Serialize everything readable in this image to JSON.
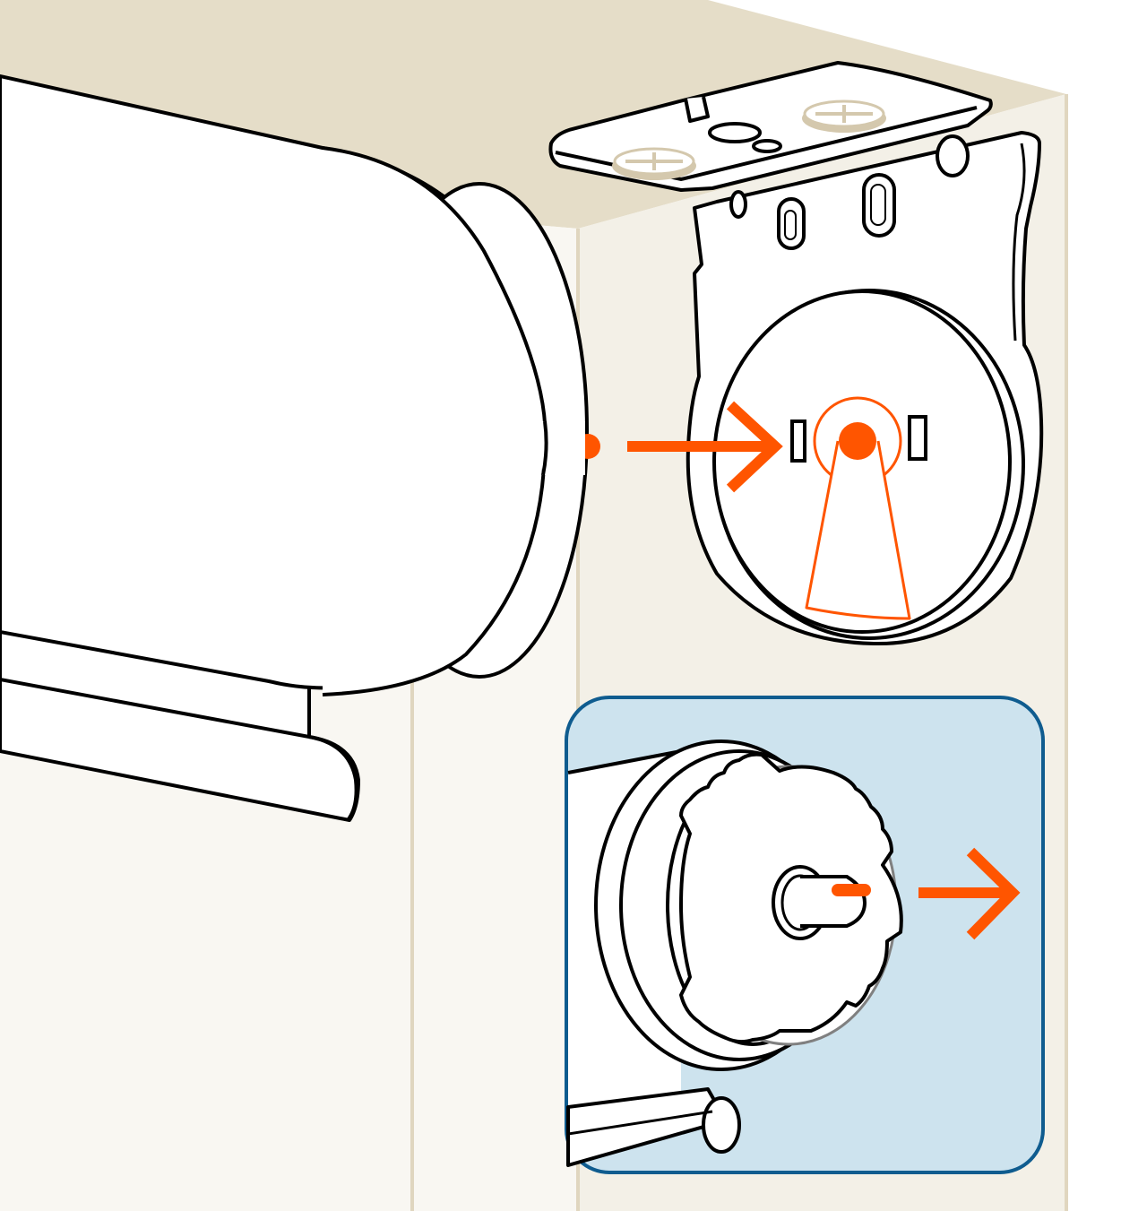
{
  "diagram": {
    "type": "installation-illustration",
    "parts": [
      {
        "name": "ceiling-surface",
        "icon": "ceiling-shape"
      },
      {
        "name": "wall-panel",
        "icon": "wall-shape"
      },
      {
        "name": "mounting-bracket",
        "icon": "bracket-shape"
      },
      {
        "name": "bracket-screw-left",
        "icon": "phillips-screw-icon"
      },
      {
        "name": "bracket-screw-right",
        "icon": "phillips-screw-icon"
      },
      {
        "name": "roller-tube",
        "icon": "roller-shape"
      },
      {
        "name": "bottom-rail",
        "icon": "rail-shape"
      },
      {
        "name": "pin-socket",
        "icon": "socket-icon"
      },
      {
        "name": "end-plug-detail",
        "icon": "gear-plug-icon"
      }
    ],
    "arrows": [
      {
        "name": "insert-arrow",
        "icon": "arrow-right-icon"
      },
      {
        "name": "pin-out-arrow",
        "icon": "arrow-right-icon"
      }
    ]
  },
  "colors": {
    "ceiling": "#e5ddc8",
    "wall_left": "#f9f7f2",
    "wall_right": "#f3f0e7",
    "wall_edge": "#e0d6bf",
    "outline": "#000000",
    "accent": "#ff5500",
    "inset_fill": "#cde3ee",
    "inset_border": "#0f5c8f",
    "screw": "#d4c8ad"
  }
}
